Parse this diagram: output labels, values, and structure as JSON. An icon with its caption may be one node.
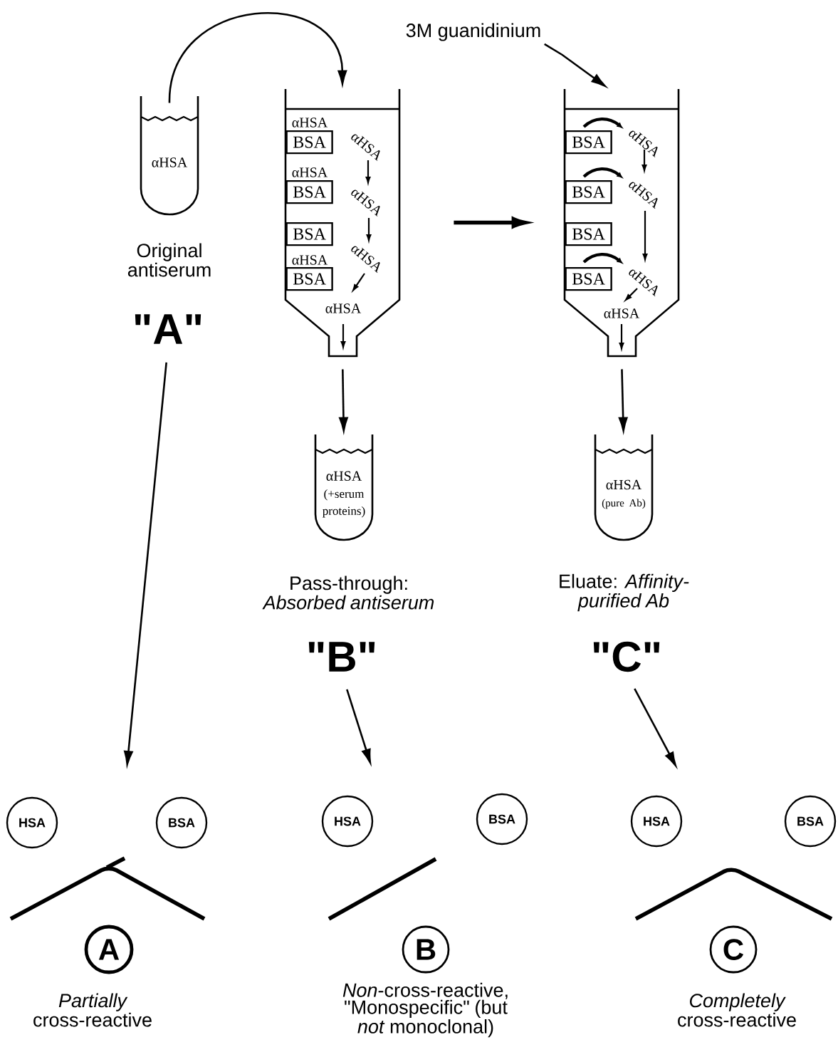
{
  "diagram": {
    "nodes": [
      {
        "text": [
          "αHSA"
        ],
        "beside": [
          "Original antiserum"
        ]
      },
      {
        "text": [
          "αHSA",
          "αHSA",
          "αHSA",
          "αHSA",
          "αHSA",
          "αHSA",
          "αHSA"
        ]
      },
      {
        "text": [
          "BSA"
        ],
        "in": 1
      },
      {
        "text": [
          "BSA"
        ],
        "in": 1
      },
      {
        "text": [
          "BSA"
        ],
        "in": 1
      },
      {
        "text": [
          "BSA"
        ],
        "in": 1
      },
      {
        "text": [
          "αHSA",
          "αHSA",
          "αHSA",
          "αHSA"
        ]
      },
      {
        "text": [
          "BSA"
        ],
        "in": 6
      },
      {
        "text": [
          "BSA"
        ],
        "in": 6
      },
      {
        "text": [
          "BSA"
        ],
        "in": 6
      },
      {
        "text": [
          "BSA"
        ],
        "in": 6
      },
      {
        "text": [
          "αHSA",
          "(+serum proteins)"
        ],
        "beside": [
          "Pass-through: *Absorbed antiserum*"
        ]
      },
      {
        "text": [
          "αHSA",
          "(pure Ab)"
        ],
        "beside": [
          "Eluate: *Affinity-purified Ab*"
        ]
      },
      {
        "text": [
          "3M guanidinium"
        ]
      },
      {
        "text": [
          "\"A\""
        ]
      },
      {
        "text": [
          "\"B\""
        ]
      },
      {
        "text": [
          "\"C\""
        ]
      },
      {
        "text": [
          "HSA"
        ]
      },
      {
        "text": [
          "BSA"
        ]
      },
      {
        "text": [
          "HSA"
        ]
      },
      {
        "text": [
          "BSA"
        ]
      },
      {
        "text": [
          "HSA"
        ]
      },
      {
        "text": [
          "BSA"
        ]
      },
      {
        "text": [
          "A"
        ],
        "beside": [
          "*Partially* cross-reactive"
        ]
      },
      {
        "text": [
          "B"
        ],
        "beside": [
          "*Non*-cross-reactive, \"Monospecific\" (but *not* monoclonal)"
        ]
      },
      {
        "text": [
          "C"
        ],
        "beside": [
          "*Completely* cross-reactive"
        ]
      }
    ],
    "edges": [
      {
        "from": 0,
        "to": 1,
        "arrow": "to"
      },
      {
        "from": 13,
        "to": 6,
        "arrow": "to"
      },
      {
        "from": 1,
        "to": 6,
        "arrow": "to",
        "style": "thick"
      },
      {
        "from": 1,
        "to": 11,
        "arrow": "to"
      },
      {
        "from": 6,
        "to": 12,
        "arrow": "to"
      },
      {
        "from": 14,
        "to": null,
        "arrow": "to"
      },
      {
        "from": 15,
        "to": null,
        "arrow": "to"
      },
      {
        "from": 16,
        "to": null,
        "arrow": "to"
      }
    ]
  }
}
